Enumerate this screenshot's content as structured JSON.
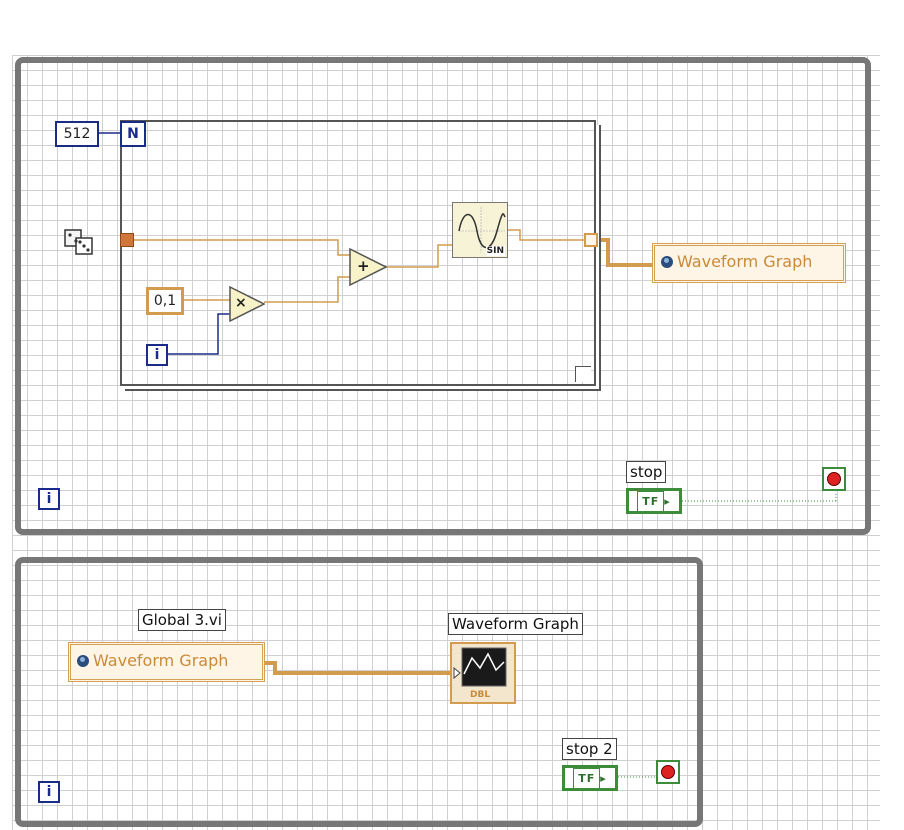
{
  "top_loop": {
    "count_constant": "512",
    "count_terminal": "N",
    "iteration_terminal": "i",
    "multiplier_constant": "0,1",
    "local_variable": "Waveform Graph",
    "stop_label": "stop",
    "bool_text": "TF",
    "while_iteration": "i"
  },
  "bottom_loop": {
    "global_label": "Global 3.vi",
    "local_variable": "Waveform Graph",
    "graph_label": "Waveform Graph",
    "graph_type": "DBL",
    "stop_label": "stop 2",
    "bool_text": "TF",
    "while_iteration": "i"
  },
  "functions": {
    "add_symbol": "+",
    "multiply_symbol": "×",
    "sine_label": "SIN"
  },
  "colors": {
    "loop_border": "#777777",
    "numeric_wire": "#d39b4e",
    "integer_wire": "#1b2b8a",
    "boolean_wire": "#3c8c3c"
  }
}
